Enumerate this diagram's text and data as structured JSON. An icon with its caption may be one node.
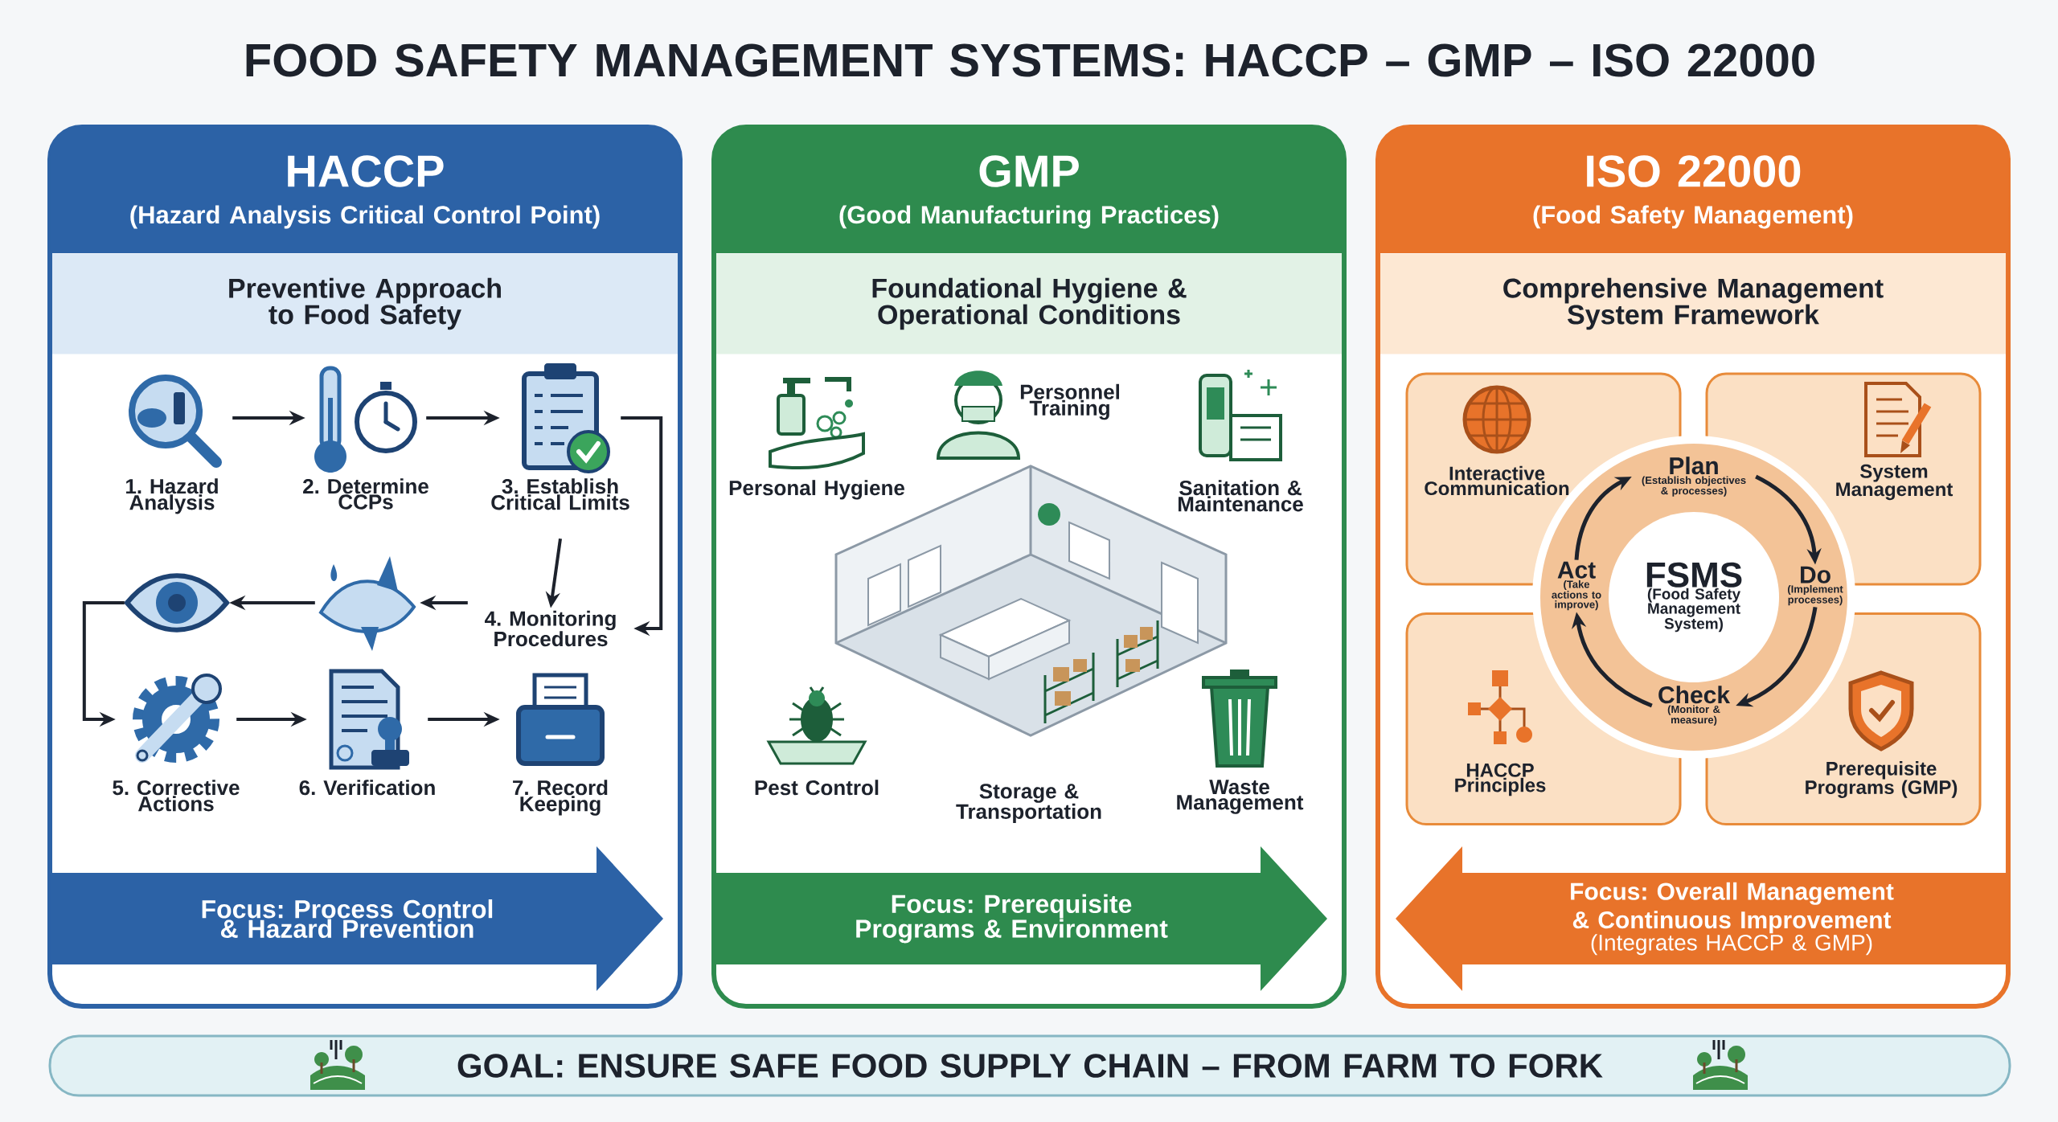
{
  "diagram": {
    "title": "FOOD SAFETY MANAGEMENT SYSTEMS: HACCP – GMP – ISO 22000",
    "nodes": [
      {
        "text": [
          "HACCP",
          "(Hazard Analysis Critical Control Point)"
        ]
      },
      {
        "text": [
          "Preventive Approach to Food Safety"
        ],
        "in": 0
      },
      {
        "text": [
          "1. Hazard Analysis"
        ],
        "in": 0
      },
      {
        "text": [
          "2. Determine CCPs"
        ],
        "in": 0
      },
      {
        "text": [
          "3. Establish Critical Limits"
        ],
        "in": 0
      },
      {
        "text": [
          "4. Monitoring Procedures"
        ],
        "in": 0
      },
      {
        "text": [],
        "shape": "picture",
        "in": 0
      },
      {
        "text": [],
        "shape": "picture",
        "in": 0
      },
      {
        "text": [
          "5. Corrective Actions"
        ],
        "in": 0
      },
      {
        "text": [
          "6. Verification"
        ],
        "in": 0
      },
      {
        "text": [
          "7. Record Keeping"
        ],
        "in": 0
      },
      {
        "text": [
          "Focus: Process Control & Hazard Prevention"
        ],
        "in": 0
      },
      {
        "text": [
          "GMP",
          "(Good Manufacturing Practices)"
        ]
      },
      {
        "text": [
          "Foundational Hygiene & Operational Conditions"
        ],
        "in": 12
      },
      {
        "text": [
          "Personal Hygiene"
        ],
        "in": 12
      },
      {
        "text": [
          "Personnel Training"
        ],
        "in": 12
      },
      {
        "text": [
          "Sanitation & Maintenance"
        ],
        "in": 12
      },
      {
        "text": [
          "Pest Control"
        ],
        "in": 12
      },
      {
        "text": [
          "Storage & Transportation"
        ],
        "in": 12
      },
      {
        "text": [
          "Waste Management"
        ],
        "in": 12
      },
      {
        "text": [
          "Focus: Prerequisite Programs & Environment"
        ],
        "in": 12
      },
      {
        "text": [
          "ISO 22000",
          "(Food Safety Management)"
        ]
      },
      {
        "text": [
          "Comprehensive Management System Framework"
        ],
        "in": 21
      },
      {
        "text": [
          "Interactive Communication"
        ],
        "in": 21
      },
      {
        "text": [
          "System Management"
        ],
        "in": 21
      },
      {
        "text": [
          "HACCP Principles"
        ],
        "in": 21
      },
      {
        "text": [
          "Prerequisite Programs (GMP)"
        ],
        "in": 21
      },
      {
        "text": [],
        "shape": "circle",
        "in": 21
      },
      {
        "text": [
          "FSMS",
          "(Food Safety Management System)"
        ],
        "in": 27
      },
      {
        "text": [
          "Plan",
          "(Establish objectives & processes)"
        ],
        "in": 27
      },
      {
        "text": [
          "Do",
          "(Implement processes)"
        ],
        "in": 27
      },
      {
        "text": [
          "Check",
          "(Monitor & measure)"
        ],
        "in": 27
      },
      {
        "text": [
          "Act",
          "(Take actions to improve)"
        ],
        "in": 27
      },
      {
        "text": [
          "Focus: Overall Management & Continuous Improvement",
          "(Integrates HACCP & GMP)"
        ],
        "in": 21
      },
      {
        "text": [
          "GOAL: ENSURE SAFE FOOD SUPPLY CHAIN – FROM FARM TO FORK"
        ]
      }
    ],
    "edges": [
      {
        "from": 2,
        "to": 3,
        "arrow": "to"
      },
      {
        "from": 3,
        "to": 4,
        "arrow": "to"
      },
      {
        "from": 4,
        "to": 5,
        "arrow": "to"
      },
      {
        "from": 4,
        "to": 5,
        "arrow": "to"
      },
      {
        "from": 5,
        "to": 7,
        "arrow": "to"
      },
      {
        "from": 7,
        "to": 6,
        "arrow": "to"
      },
      {
        "from": 6,
        "to": 8,
        "arrow": "to"
      },
      {
        "from": 8,
        "to": 9,
        "arrow": "to"
      },
      {
        "from": 9,
        "to": 10,
        "arrow": "to"
      },
      {
        "from": 29,
        "to": 30,
        "arrow": "to"
      },
      {
        "from": 30,
        "to": 31,
        "arrow": "to"
      },
      {
        "from": 31,
        "to": 32,
        "arrow": "to"
      },
      {
        "from": 32,
        "to": 29,
        "arrow": "to"
      }
    ]
  }
}
